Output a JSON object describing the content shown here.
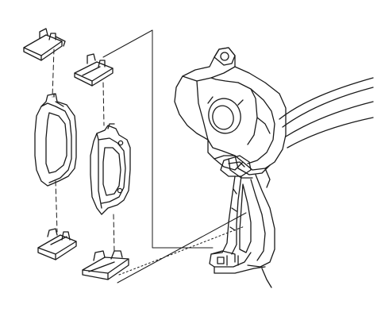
{
  "diagram": {
    "style": "black line-art exploded view",
    "colors": {
      "line": "#1a1a1a",
      "background": "#ffffff"
    },
    "parts": [
      "anti-squeal-clip-upper-outer",
      "anti-squeal-clip-upper-inner",
      "outer-brake-pad",
      "inner-brake-pad",
      "anti-squeal-clip-lower-outer",
      "anti-squeal-clip-lower-inner",
      "caliper-housing",
      "caliper-mounting-bracket",
      "brake-hose"
    ]
  }
}
